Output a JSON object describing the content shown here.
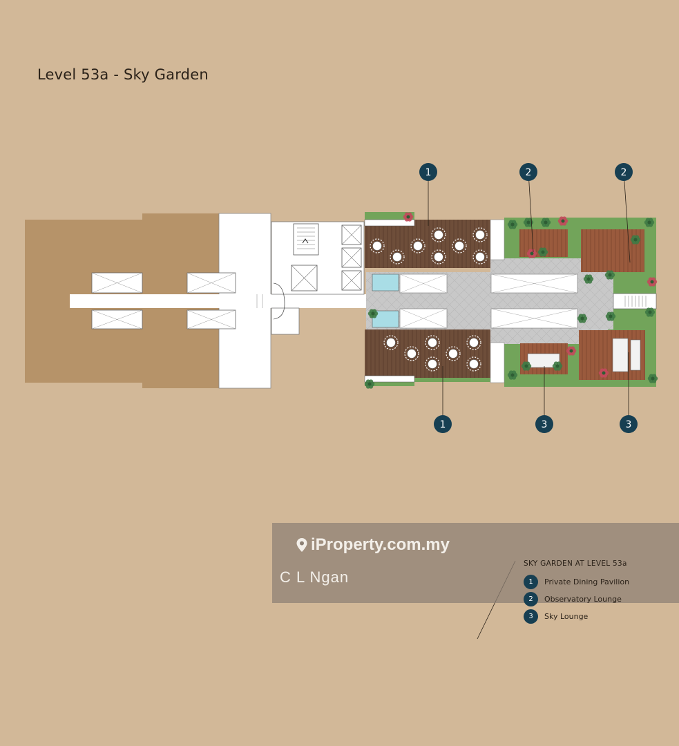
{
  "title": "Level 53a - Sky Garden",
  "watermark": {
    "brand": "iProperty.com.my",
    "agent": "C L Ngan"
  },
  "legend": {
    "title": "SKY GARDEN AT LEVEL 53a",
    "items": [
      {
        "number": "1",
        "label": "Private Dining Pavilion"
      },
      {
        "number": "2",
        "label": "Observatory Lounge"
      },
      {
        "number": "3",
        "label": "Sky Lounge"
      }
    ]
  },
  "markers": [
    {
      "number": "1",
      "zone": "Private Dining Pavilion (north)"
    },
    {
      "number": "2",
      "zone": "Observatory Lounge (west)"
    },
    {
      "number": "2",
      "zone": "Observatory Lounge (east)"
    },
    {
      "number": "1",
      "zone": "Private Dining Pavilion (south)"
    },
    {
      "number": "3",
      "zone": "Sky Lounge (west)"
    },
    {
      "number": "3",
      "zone": "Sky Lounge (east)"
    }
  ],
  "colors": {
    "background": "#d2b898",
    "tower_block": "#b69369",
    "wood_deck": "#6e4e3a",
    "lounge_deck": "#9a5a3d",
    "garden": "#72a45a",
    "walkway": "#c5c5c5",
    "marker": "#173f52"
  },
  "icons": [
    "location-pin-icon",
    "number-badge-icon",
    "lift-shaft-icon",
    "staircase-icon",
    "dining-table-icon",
    "plant-icon",
    "sofa-icon"
  ]
}
